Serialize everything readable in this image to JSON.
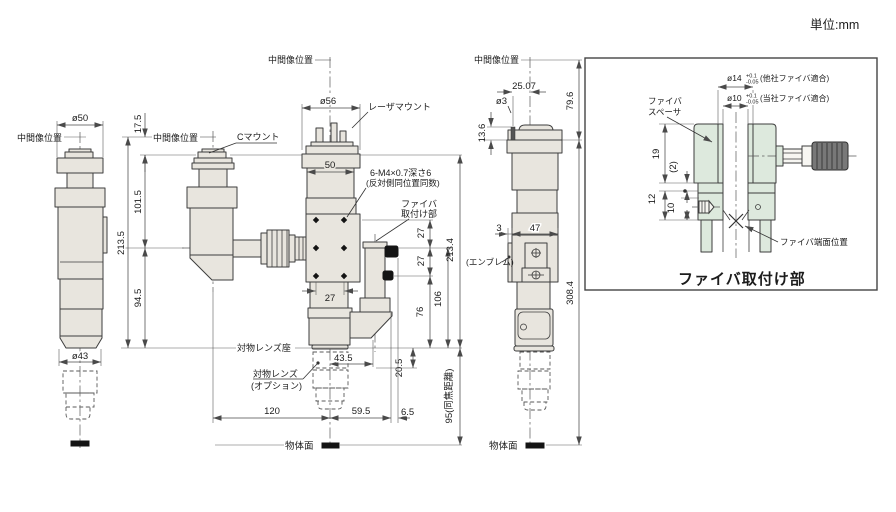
{
  "drawing_title": "ファイバ取付け部",
  "unit_note": "単位:mm",
  "colors": {
    "body": "#e8e5de",
    "section_green": "#dde9dd",
    "line": "#3d3d3d",
    "black_part": "#141414"
  },
  "t": {
    "unit": "単位:mm",
    "mid_image": "中間像位置",
    "c_mount": "Cマウント",
    "laser_mount": "レーザマウント",
    "screw_note1": "6-M4×0.7深さ6",
    "screw_note2": "(反対側同位置同数)",
    "fiber1": "ファイバ",
    "fiber2": "取付け部",
    "obj_seat": "対物レンズ座",
    "obj_lens": "対物レンズ",
    "obj_opt": "(オプション)",
    "obj_plane": "物体面",
    "emblem": "(エンブレム)",
    "dia50": "ø50",
    "dia43": "ø43",
    "d17_5": "17.5",
    "d101_5": "101.5",
    "d213_5": "213.5",
    "d94_5": "94.5",
    "dia56": "ø56",
    "d50": "50",
    "d27": "27",
    "d43_5": "43.5",
    "d20_5": "20.5",
    "d120": "120",
    "d59_5": "59.5",
    "d6_5": "6.5",
    "d95": "95(同焦距離)",
    "d76": "76",
    "d106": "106",
    "d213_4": "213.4",
    "d25_07": "25.07",
    "dia3": "ø3",
    "d13_6": "13.6",
    "d79_6": "79.6",
    "d308_4": "308.4",
    "d3": "3",
    "d47": "47",
    "detail_title": "ファイバ取付け部",
    "spacer1": "ファイバ",
    "spacer2": "スペーサ",
    "fiber_end": "ファイバ端面位置",
    "dia14": "ø14",
    "dia14tolu": "+0.1",
    "dia14told": "-0.05",
    "dia14note": "(他社ファイバ適合)",
    "dia10": "ø10",
    "dia10tolu": "+0.1",
    "dia10told": "-0.05",
    "dia10note": "(当社ファイバ適合)",
    "d19": "19",
    "d2": "(2)",
    "d12": "12",
    "d10": "10"
  }
}
